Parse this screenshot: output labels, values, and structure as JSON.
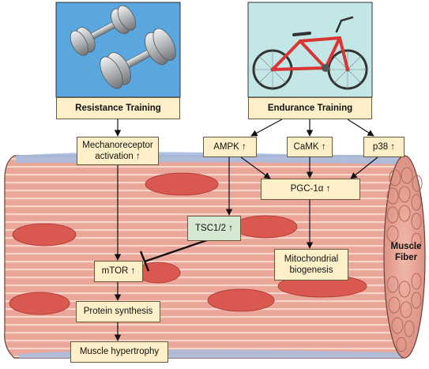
{
  "resistance": {
    "label": "Resistance Training",
    "panel_color": "#5aa6de",
    "icon": "dumbbell-icon"
  },
  "endurance": {
    "label": "Endurance Training",
    "panel_color": "#c3e6e6",
    "icon": "bicycle-icon"
  },
  "nodes": {
    "mechanoreceptor": "Mechanoreceptor\nactivation ↑",
    "ampk": "AMPK  ↑",
    "camk": "CaMK  ↑",
    "p38": "p38 ↑",
    "pgc": "PGC-1α  ↑",
    "tsc": "TSC1/2  ↑",
    "mtor": "mTOR ↑",
    "mito": "Mitochondrial\nbiogenesis",
    "protein": "Protein synthesis",
    "hypertrophy": "Muscle hypertrophy"
  },
  "fiber_label": "Muscle\nFiber",
  "colors": {
    "box_fill": "#fdf0c8",
    "tsc_fill": "#d4e8d2",
    "muscle": "#e8a79a",
    "muscle_stripe": "#f6d2c8",
    "muscle_spot": "#d9564f",
    "membrane": "#9fb4da"
  }
}
